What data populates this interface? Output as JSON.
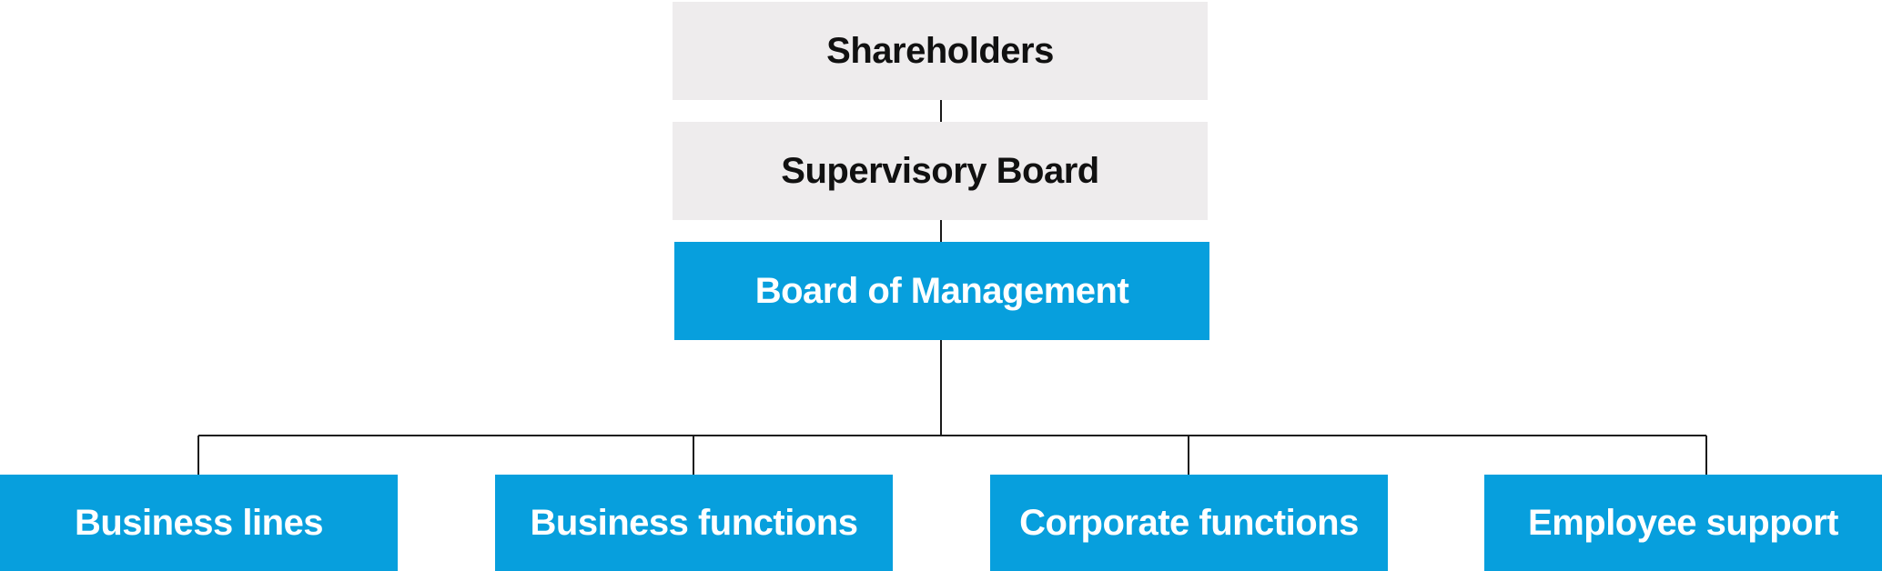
{
  "top": {
    "shareholders": "Shareholders",
    "supervisory_board": "Supervisory Board",
    "board_of_management": "Board of Management"
  },
  "units": [
    {
      "label": "Business lines"
    },
    {
      "label": "Business functions"
    },
    {
      "label": "Corporate functions"
    },
    {
      "label": "Employee support"
    }
  ],
  "colors": {
    "grey_box": "#eeeced",
    "blue_box": "#079fdd",
    "connector": "#1a1a1a"
  }
}
